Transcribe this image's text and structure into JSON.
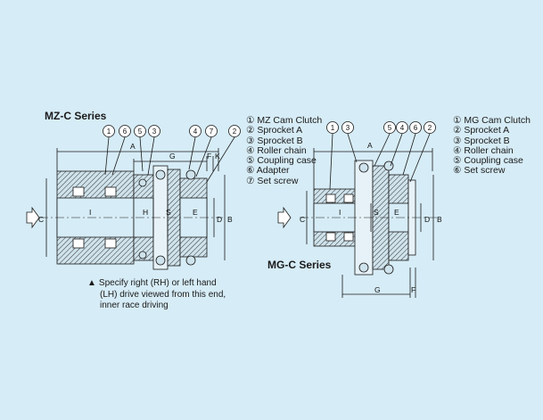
{
  "mz": {
    "title": "MZ-C Series",
    "legend": [
      "① MZ Cam Clutch",
      "② Sprocket A",
      "③ Sprocket B",
      "④ Roller chain",
      "⑤ Coupling case",
      "⑥ Adapter",
      "⑦ Set screw"
    ],
    "callouts": [
      "1",
      "6",
      "5",
      "3",
      "4",
      "7",
      "2"
    ],
    "dims": {
      "A": "A",
      "G": "G",
      "F": "F",
      "K": "K",
      "I": "I",
      "H": "H",
      "S": "S",
      "E": "E",
      "C": "C",
      "D": "D",
      "B": "B"
    }
  },
  "mg": {
    "title": "MG-C Series",
    "legend": [
      "① MG Cam Clutch",
      "② Sprocket A",
      "③ Sprocket B",
      "④ Roller chain",
      "⑤ Coupling case",
      "⑥ Set screw"
    ],
    "callouts": [
      "1",
      "3",
      "5",
      "4",
      "6",
      "2"
    ],
    "dims": {
      "A": "A",
      "I": "I",
      "S": "S",
      "E": "E",
      "C": "C",
      "D": "D",
      "B": "B",
      "G": "G",
      "F": "F"
    }
  },
  "note": {
    "marker": "▲",
    "lines": [
      "Specify right (RH) or left hand",
      "(LH) drive viewed from this end,",
      "inner race driving"
    ]
  }
}
